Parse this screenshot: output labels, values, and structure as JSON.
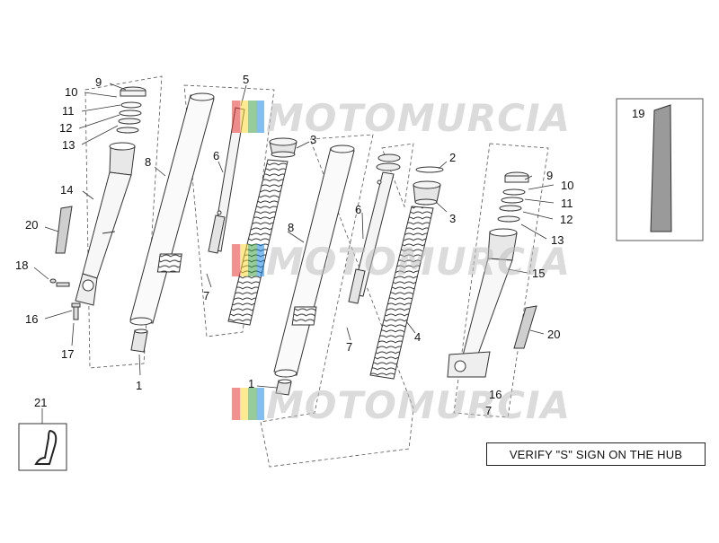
{
  "watermark": {
    "text": "MOTOMURCIA",
    "colors": [
      "#e53935",
      "#fdd835",
      "#43a047",
      "#1e88e5"
    ]
  },
  "note": {
    "text": "VERIFY \"S\" SIGN ON THE HUB"
  },
  "callouts": {
    "c1a": "1",
    "c1b": "1",
    "c2": "2",
    "c3a": "3",
    "c3b": "3",
    "c4": "4",
    "c5": "5",
    "c6a": "6",
    "c6b": "6",
    "c7a": "7",
    "c7b": "7",
    "c7c": "7",
    "c8a": "8",
    "c8b": "8",
    "c9a": "9",
    "c9b": "9",
    "c10a": "10",
    "c10b": "10",
    "c11a": "11",
    "c11b": "11",
    "c12a": "12",
    "c12b": "12",
    "c13a": "13",
    "c13b": "13",
    "c14": "14",
    "c15": "15",
    "c16a": "16",
    "c16b": "16",
    "c17": "17",
    "c18": "18",
    "c19": "19",
    "c20a": "20",
    "c20b": "20",
    "c21": "21"
  }
}
